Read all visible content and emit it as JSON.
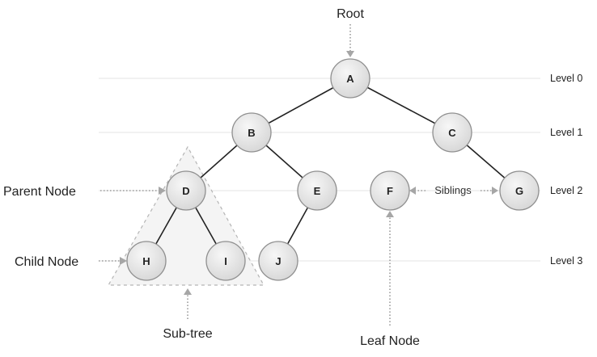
{
  "nodes": {
    "a": "A",
    "b": "B",
    "c": "C",
    "d": "D",
    "e": "E",
    "f": "F",
    "g": "G",
    "h": "H",
    "i": "I",
    "j": "J"
  },
  "levels": {
    "level0": "Level 0",
    "level1": "Level 1",
    "level2": "Level 2",
    "level3": "Level 3"
  },
  "callouts": {
    "root": "Root",
    "parent_node": "Parent Node",
    "child_node": "Child Node",
    "sub_tree": "Sub-tree",
    "leaf_node": "Leaf Node",
    "siblings": "Siblings"
  },
  "colors": {
    "edge": "#222222",
    "node_fill_light": "#f7f7f7",
    "node_fill_dark": "#d6d6d6",
    "node_stroke": "#8f8f8f",
    "dotted_arrow": "#9a9a9a",
    "level_line": "#e3e3e3",
    "subtree_fill": "#f4f4f4"
  }
}
